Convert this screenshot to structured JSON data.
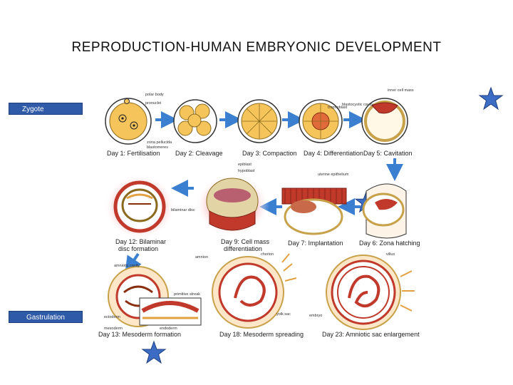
{
  "slide": {
    "title": "REPRODUCTION-HUMAN   EMBRYONIC   DEVELOPMENT",
    "zygote_label": "Zygote",
    "gastrulation_label": "Gastrulation",
    "accent_color": "#2e5aa8",
    "star_color": "#3c6cc4"
  },
  "figure": {
    "captions": {
      "day1": "Day 1: Fertilisation",
      "day2": "Day 2: Cleavage",
      "day3": "Day 3: Compaction",
      "day4": "Day 4: Differentiation",
      "day5": "Day 5: Cavitation",
      "day6": "Day 6: Zona hatching",
      "day7": "Day 7: Implantation",
      "day9a": "Day 9: Cell mass",
      "day9b": "differentiation",
      "day12a": "Day 12: Bilaminar",
      "day12b": "disc formation",
      "day13": "Day 13: Mesoderm formation",
      "day18": "Day 18: Mesoderm spreading",
      "day23": "Day 23: Amniotic sac enlargement"
    },
    "labels": {
      "polar_body": "polar body",
      "pronuclei": "pronuclei",
      "zona_pellucida": "zona pellucida",
      "blastomeres": "blastomeres",
      "trophoblast": "trophoblast",
      "inner_cell_mass": "inner cell mass",
      "blastocyst_cavity": "blastocystic cavity",
      "epiblast": "epiblast",
      "hypoblast": "hypoblast",
      "uterine_epithelium": "uterine epithelium",
      "bilaminar_disc": "bilaminar disc",
      "amniotic_cavity": "amniotic cavity",
      "ectoderm": "ectoderm",
      "endoderm": "endoderm",
      "mesoderm": "mesoderm",
      "chorion": "chorion",
      "amnion": "amnion",
      "primitive_streak": "primitive streak",
      "yolk_sac": "yolk sac",
      "embryo": "embryo",
      "villus": "villus"
    }
  }
}
